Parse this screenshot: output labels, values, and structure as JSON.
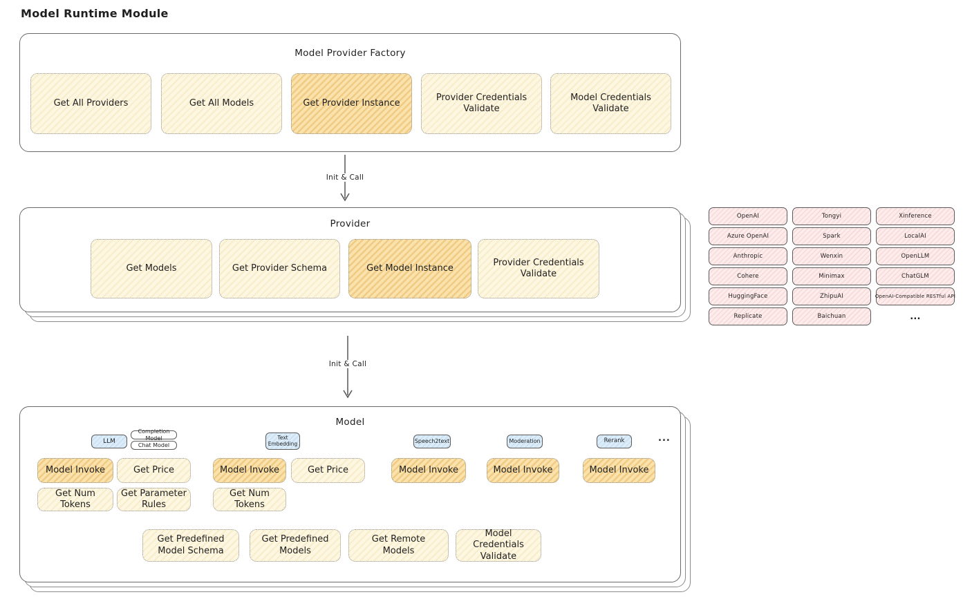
{
  "diagram_title": "Model Runtime Module",
  "arrow1": {
    "label": "Init & Call"
  },
  "arrow2": {
    "label": "Init & Call"
  },
  "factory": {
    "title": "Model Provider Factory",
    "boxes": [
      {
        "label": "Get All Providers"
      },
      {
        "label": "Get All Models"
      },
      {
        "label": "Get Provider Instance",
        "highlight": true
      },
      {
        "label": "Provider Credentials Validate"
      },
      {
        "label": "Model Credentials Validate"
      }
    ]
  },
  "provider": {
    "title": "Provider",
    "boxes": [
      {
        "label": "Get Models"
      },
      {
        "label": "Get Provider Schema"
      },
      {
        "label": "Get Model Instance",
        "highlight": true
      },
      {
        "label": "Provider Credentials Validate"
      }
    ]
  },
  "providers": {
    "col1": [
      "OpenAI",
      "Azure OpenAI",
      "Anthropic",
      "Cohere",
      "HuggingFace",
      "Replicate"
    ],
    "col2": [
      "Tongyi",
      "Spark",
      "Wenxin",
      "Minimax",
      "ZhipuAI",
      "Baichuan"
    ],
    "col3": [
      "Xinference",
      "LocalAI",
      "OpenLLM",
      "ChatGLM",
      "OpenAI-Compatible RESTful API"
    ],
    "more": "..."
  },
  "model": {
    "title": "Model",
    "tabs": {
      "llm": "LLM",
      "completion": "Completion Model",
      "chat": "Chat Model",
      "text_embedding": "Text Embedding",
      "speech2text": "Speech2text",
      "moderation": "Moderation",
      "rerank": "Rerank",
      "more": "..."
    },
    "llm_group": {
      "model_invoke": "Model Invoke",
      "get_price": "Get Price",
      "get_num_tokens": "Get Num Tokens",
      "get_parameter_rules": "Get Parameter Rules"
    },
    "embedding_group": {
      "model_invoke": "Model Invoke",
      "get_price": "Get Price",
      "get_num_tokens": "Get Num Tokens"
    },
    "speech2text_group": {
      "model_invoke": "Model Invoke"
    },
    "moderation_group": {
      "model_invoke": "Model Invoke"
    },
    "rerank_group": {
      "model_invoke": "Model Invoke"
    },
    "common": [
      "Get Predefined Model Schema",
      "Get Predefined Models",
      "Get Remote Models",
      "Model Credentials Validate"
    ]
  },
  "colors": {
    "node_yellow": "#fdf7e1",
    "node_yellow_highlight": "#fae2ac",
    "provider_pink": "#fdecec",
    "tab_blue": "#dcedf9",
    "ink": "#1f1f1f",
    "border_gray": "#696969"
  }
}
